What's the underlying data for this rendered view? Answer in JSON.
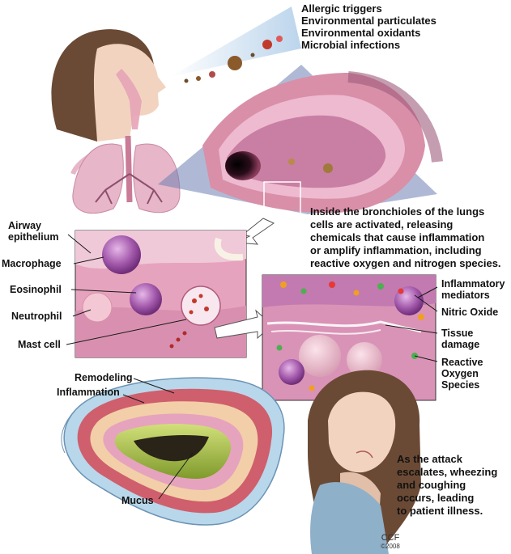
{
  "triggers": [
    "Allergic triggers",
    "Environmental particulates",
    "Environmental oxidants",
    "Microbial infections"
  ],
  "bronchiole_caption": [
    "Inside the bronchioles of the lungs",
    "cells are activated, releasing",
    "chemicals that cause inflammation",
    "or amplify inflammation, including",
    "reactive oxygen and nitrogen species."
  ],
  "cell_labels": {
    "airway_epithelium": [
      "Airway",
      "epithelium"
    ],
    "macrophage": "Macrophage",
    "eosinophil": "Eosinophil",
    "neutrophil": "Neutrophil",
    "mast_cell": "Mast cell"
  },
  "mediator_labels": {
    "inflammatory_mediators": [
      "Inflammatory",
      "mediators"
    ],
    "nitric_oxide": "Nitric Oxide",
    "tissue_damage": [
      "Tissue",
      "damage"
    ],
    "reactive_oxygen_species": [
      "Reactive",
      "Oxygen",
      "Species"
    ]
  },
  "airway_labels": {
    "remodeling": "Remodeling",
    "inflammation": "Inflammation",
    "mucus": "Mucus"
  },
  "attack_caption": [
    "As the attack",
    "escalates, wheezing",
    "and coughing",
    "occurs, leading",
    "to patient illness."
  ],
  "credit": {
    "mark": "CCF",
    "year": "©2008"
  },
  "colors": {
    "skin": "#f2d3c0",
    "hair": "#6b4a35",
    "lung": "#e7b6c8",
    "airway_wall": "#d98fa8",
    "cartilage": "#b9d7ea",
    "tissue_pink": "#e9a9bf",
    "cell_purple": "#9b4fa3",
    "mucus_green": "#a8c24a",
    "label_text": "#111111"
  }
}
